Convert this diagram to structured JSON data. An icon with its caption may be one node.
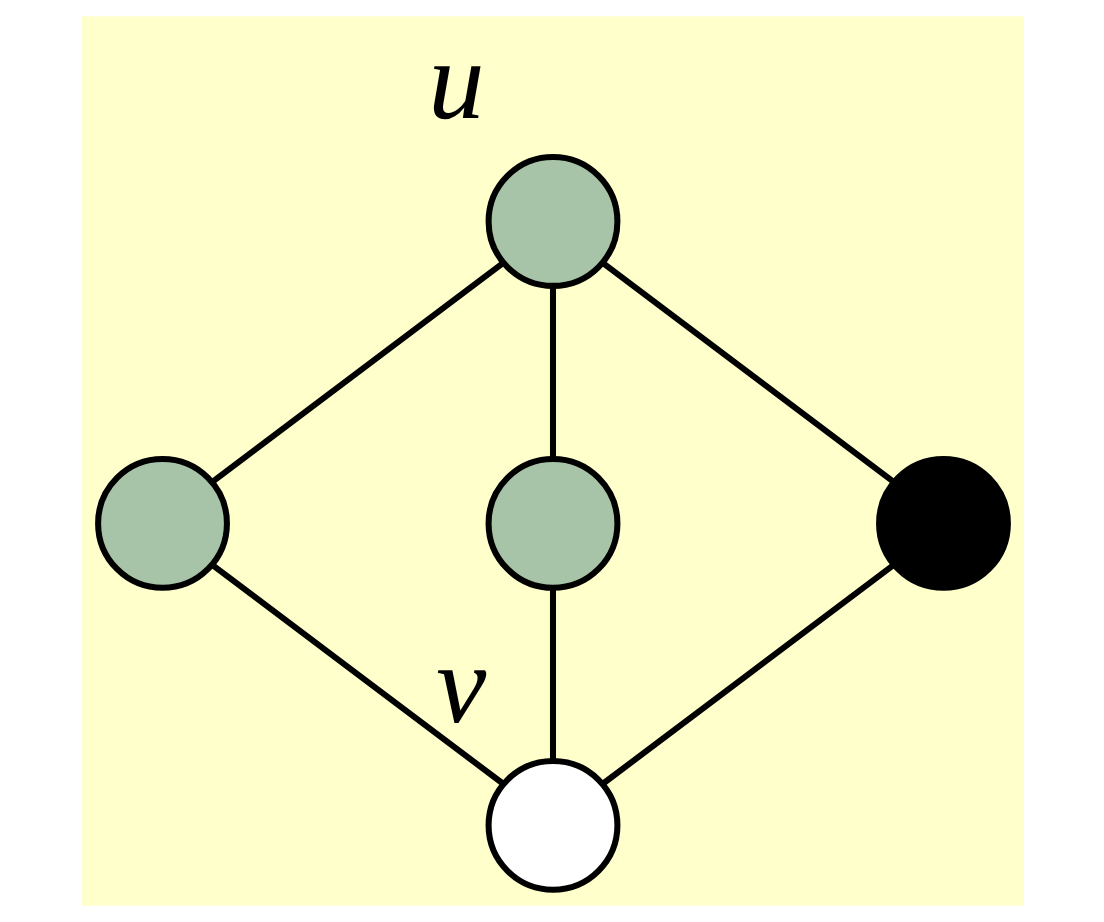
{
  "diagram": {
    "nodes": [
      {
        "text": [],
        "shape": "circle",
        "beside": [
          "u"
        ]
      },
      {
        "text": [],
        "shape": "circle"
      },
      {
        "text": [],
        "shape": "circle"
      },
      {
        "text": [],
        "shape": "circle"
      },
      {
        "text": [],
        "shape": "circle",
        "beside": [
          "v"
        ]
      }
    ],
    "edges": [
      {
        "from": 0,
        "to": 2,
        "arrow": "none"
      },
      {
        "from": 0,
        "to": 1,
        "arrow": "none"
      },
      {
        "from": 0,
        "to": 3,
        "arrow": "none"
      },
      {
        "from": 2,
        "to": 4,
        "arrow": "none"
      },
      {
        "from": 1,
        "to": 4,
        "arrow": "none"
      },
      {
        "from": 3,
        "to": 4,
        "arrow": "none"
      }
    ]
  }
}
